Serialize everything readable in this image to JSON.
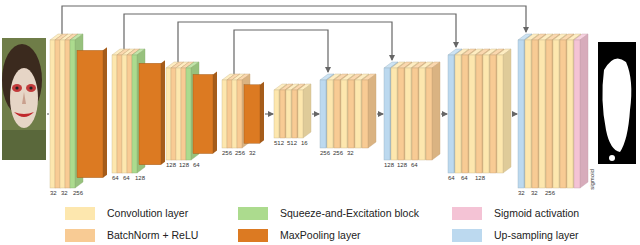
{
  "diagram": {
    "labels": [
      "32",
      "32",
      "256",
      "64",
      "64",
      "128",
      "128",
      "128",
      "64",
      "256",
      "256",
      "32",
      "512",
      "512",
      "16",
      "256",
      "256",
      "32",
      "128",
      "128",
      "64",
      "64",
      "64",
      "128",
      "32",
      "32",
      "256",
      "sigmoid"
    ],
    "legend": [
      {
        "text": "Convolution layer",
        "color": "#fde7ae"
      },
      {
        "text": "BatchNorm + ReLU",
        "color": "#f8cb94"
      },
      {
        "text": "Squeeze-and-Excitation block",
        "color": "#acdb8e"
      },
      {
        "text": "MaxPooling layer",
        "color": "#dc7a22"
      },
      {
        "text": "Sigmoid activation",
        "color": "#f4c3d5"
      },
      {
        "text": "Up-sampling layer",
        "color": "#bcd9ef"
      }
    ]
  }
}
